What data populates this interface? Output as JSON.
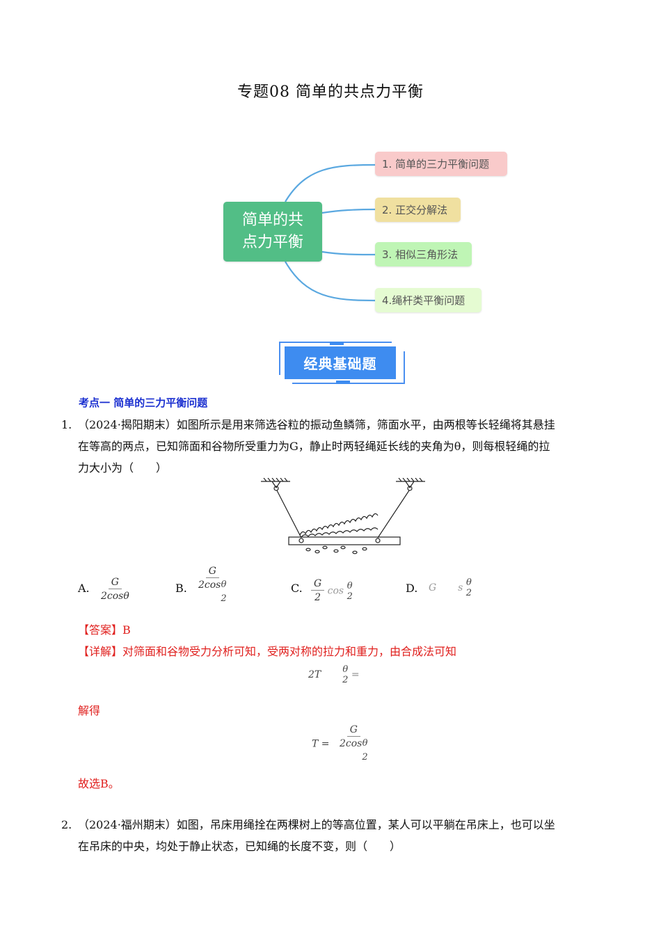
{
  "page": {
    "title": "专题08  简单的共点力平衡"
  },
  "mindmap": {
    "center": "简单的共点力平衡",
    "center_lines": [
      "简单的共",
      "点力平衡"
    ],
    "center_color": "#52be86",
    "line_color": "#5aa8e0",
    "nodes": [
      {
        "label": "1. 简单的三力平衡问题",
        "color": "#f9caca"
      },
      {
        "label": "2. 正交分解法",
        "color": "#f0e0a0"
      },
      {
        "label": "3. 相似三角形法",
        "color": "#bff5b5"
      },
      {
        "label": "4.绳杆类平衡问题",
        "color": "#e5fbd2"
      }
    ]
  },
  "banner": {
    "label": "经典基础题",
    "color": "#3e8cf0"
  },
  "section": {
    "label": "考点一  简单的三力平衡问题",
    "color": "#1a2fd0"
  },
  "questions": [
    {
      "number": "1.",
      "lines": [
        "（2024·揭阳期末）如图所示是用来筛选谷粒的振动鱼鳞筛，筛面水平，由两根等长轻绳将其悬挂",
        "在等高的两点，已知筛面和谷物所受重力为G，静止时两轻绳延长线的夹角为θ，则每根轻绳的拉",
        "力大小为（　　）"
      ],
      "options": [
        {
          "letter": "A.",
          "num": "G",
          "den": "2cosθ",
          "suffix": ""
        },
        {
          "letter": "B.",
          "num": "G",
          "den": "2cos",
          "suffix_top": "θ",
          "suffix_bot": "2"
        },
        {
          "letter": "C.",
          "num": "G",
          "den": "2",
          "mid": "cos",
          "suffix_top": "θ",
          "suffix_bot": "2"
        },
        {
          "letter": "D.",
          "main": "G",
          "mid": "s",
          "suffix_top": "θ",
          "suffix_bot": "2"
        }
      ],
      "answer_label": "【答案】B",
      "detail_label": "【详解】对筛面和谷物受力分析可知，受两对称的拉力和重力，由合成法可知",
      "eq1": {
        "left": "2T",
        "top": "θ",
        "bot": "2",
        "right": "="
      },
      "solve_label": "解得",
      "eq2": {
        "lhs": "T =",
        "num": "G",
        "den": "2cos",
        "top": "θ",
        "bot": "2"
      },
      "conclusion": "故选B。",
      "answer_color": "#e0201e"
    },
    {
      "number": "2.",
      "lines": [
        "（2024·福州期末）如图，吊床用绳拴在两棵树上的等高位置，某人可以平躺在吊床上，也可以坐",
        "在吊床的中央，均处于静止状态，已知绳的长度不变，则（　　）"
      ]
    }
  ]
}
